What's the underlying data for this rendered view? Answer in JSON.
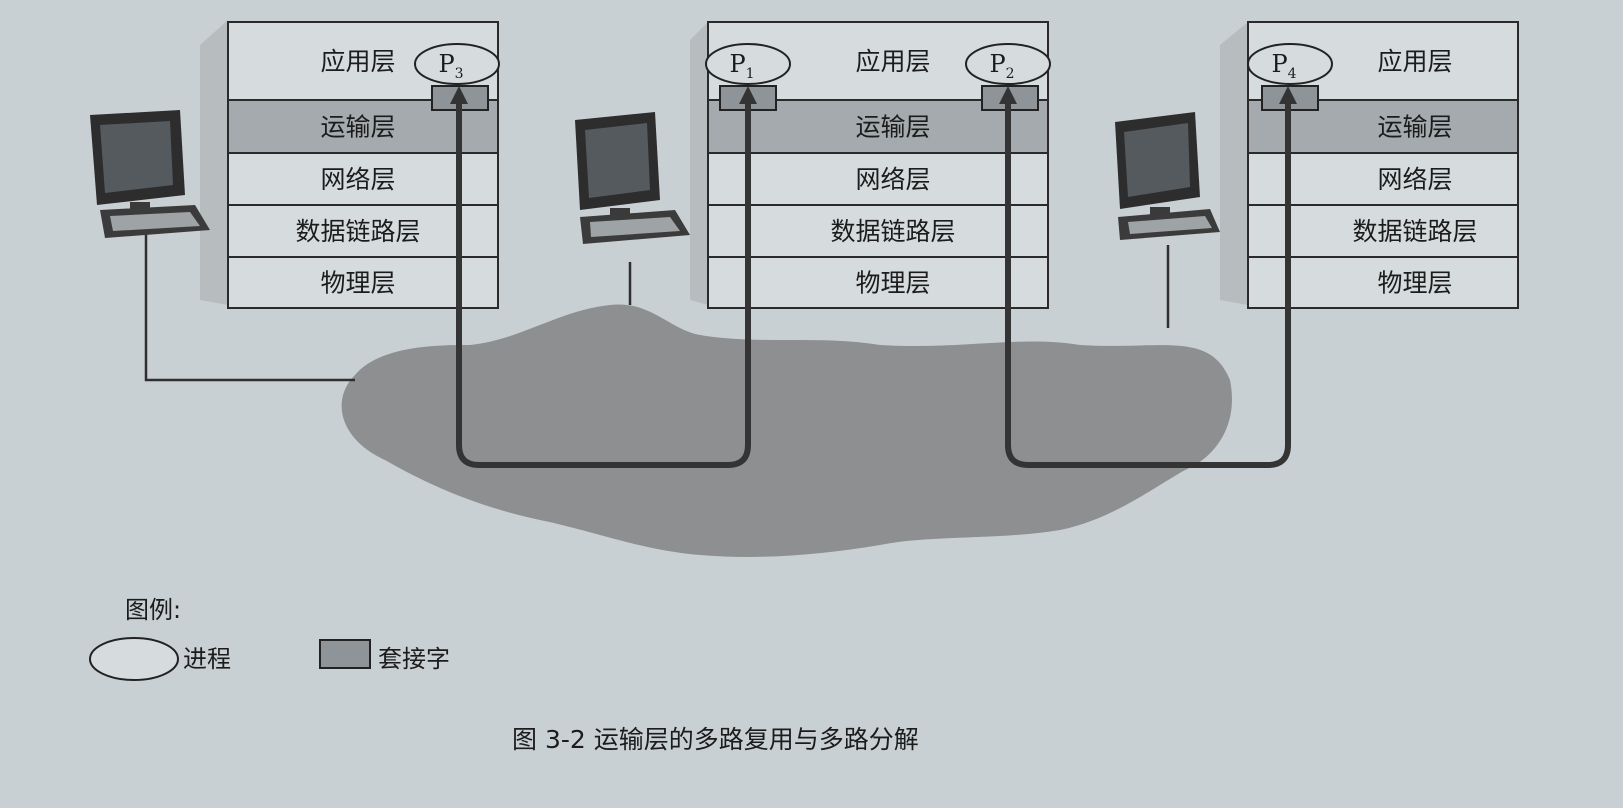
{
  "hosts": [
    {
      "layers": [
        "应用层",
        "运输层",
        "网络层",
        "数据链路层",
        "物理层"
      ],
      "processes": [
        {
          "label": "P",
          "sub": "3"
        }
      ]
    },
    {
      "layers": [
        "应用层",
        "运输层",
        "网络层",
        "数据链路层",
        "物理层"
      ],
      "processes": [
        {
          "label": "P",
          "sub": "1"
        },
        {
          "label": "P",
          "sub": "2"
        }
      ]
    },
    {
      "layers": [
        "应用层",
        "运输层",
        "网络层",
        "数据链路层",
        "物理层"
      ],
      "processes": [
        {
          "label": "P",
          "sub": "4"
        }
      ]
    }
  ],
  "legend": {
    "title": "图例:",
    "process_label": "进程",
    "socket_label": "套接字"
  },
  "caption": "图 3-2    运输层的多路复用与多路分解",
  "colors": {
    "background": "#c9d0d3",
    "stack_fill": "#d6dcde",
    "transport_fill": "#a4aaad",
    "socket_fill": "#8e9497",
    "network_cloud": "#8c8e90",
    "path_line": "#333333"
  }
}
